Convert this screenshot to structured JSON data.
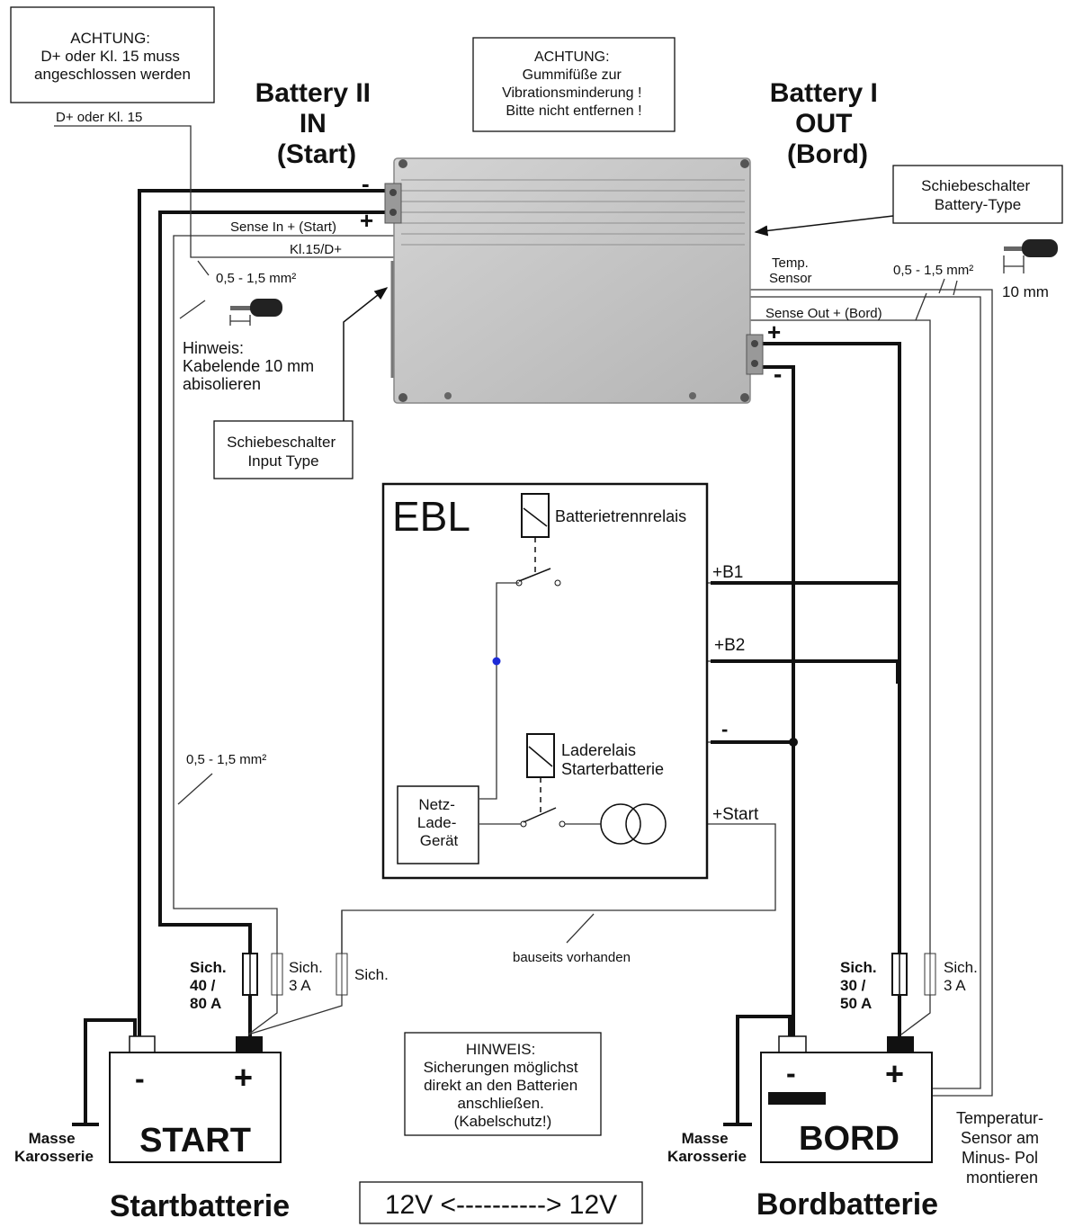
{
  "notes": {
    "achtung_dplus": [
      "ACHTUNG:",
      "D+ oder Kl. 15 muss",
      "angeschlossen werden"
    ],
    "achtung_gummi": [
      "ACHTUNG:",
      "Gummifüße zur",
      "Vibrationsminderung !",
      "Bitte nicht entfernen !"
    ],
    "schiebe_battery": [
      "Schiebeschalter",
      "Battery-Type"
    ],
    "schiebe_input": [
      "Schiebeschalter",
      "Input Type"
    ],
    "hinweis_kabel": [
      "Hinweis:",
      "Kabelende 10 mm",
      "abisolieren"
    ],
    "hinweis_sicherung": [
      "HINWEIS:",
      "Sicherungen möglichst",
      "direkt an den Batterien",
      "anschließen.",
      "(Kabelschutz!)"
    ],
    "temp_sensor_note": [
      "Temperatur-",
      "Sensor am",
      "Minus- Pol",
      "montieren"
    ]
  },
  "battery_in": [
    "Battery II",
    "IN",
    "(Start)"
  ],
  "battery_out": [
    "Battery I",
    "OUT",
    "(Bord)"
  ],
  "wire_labels": {
    "dplus": "D+ oder Kl. 15",
    "sense_in": "Sense In + (Start)",
    "kl15": "Kl.15/D+",
    "cable_left": "0,5 - 1,5 mm²",
    "cable_right": "0,5 - 1,5 mm²",
    "cable_left_lower": "0,5 - 1,5 mm²",
    "temp": [
      "Temp.",
      "Sensor"
    ],
    "sense_out": "Sense Out + (Bord)",
    "ten_mm": "10 mm",
    "bauseits": "bauseits vorhanden"
  },
  "ebl": {
    "title": "EBL",
    "relay1": "Batterietrennrelais",
    "relay2": [
      "Laderelais",
      "Starterbatterie"
    ],
    "charger": [
      "Netz-",
      "Lade-",
      "Gerät"
    ],
    "b1": "+B1",
    "b2": "+B2",
    "minus": "-",
    "start": "+Start"
  },
  "fuses": {
    "start_main": [
      "Sich.",
      "40 /",
      "80 A"
    ],
    "start_small": [
      "Sich.",
      "3 A"
    ],
    "start_sich": "Sich.",
    "bord_main": [
      "Sich.",
      "30 /",
      "50 A"
    ],
    "bord_small": [
      "Sich.",
      "3 A"
    ]
  },
  "batteries": {
    "start_label": "START",
    "bord_label": "BORD",
    "minus": "-",
    "plus": "+",
    "masse": [
      "Masse",
      "Karosserie"
    ],
    "start_title": "Startbatterie",
    "bord_title": "Bordbatterie"
  },
  "voltage": "12V <----------> 12V",
  "terminal_signs": {
    "minus": "-",
    "plus": "+"
  }
}
